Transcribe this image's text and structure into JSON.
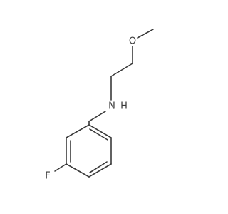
{
  "molecule": {
    "atoms": [
      {
        "id": "o1",
        "label": "O"
      },
      {
        "id": "n1",
        "label": "N"
      },
      {
        "id": "h1",
        "label": "H"
      },
      {
        "id": "f1",
        "label": "F"
      }
    ]
  },
  "colors": {
    "bond": "#3a3a3a",
    "label": "#3a3a3a",
    "background": "#ffffff"
  }
}
